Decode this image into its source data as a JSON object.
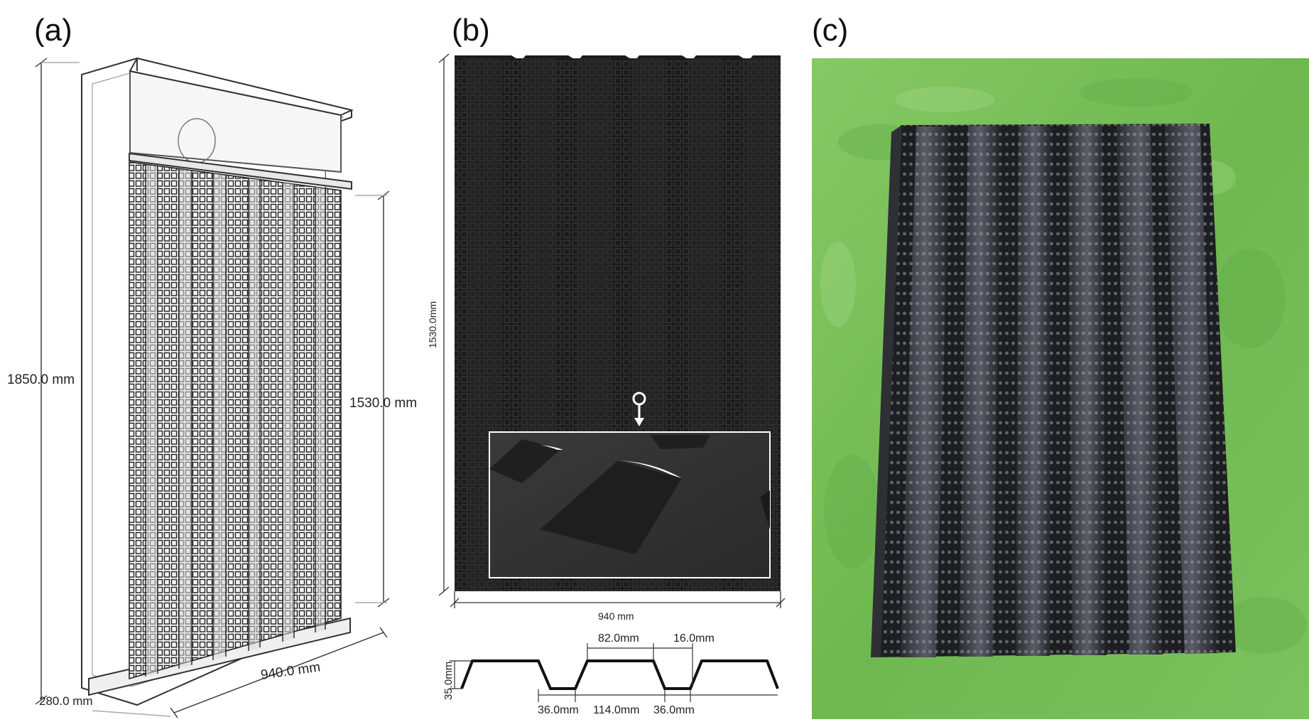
{
  "panels": [
    {
      "label": "(a)"
    },
    {
      "label": "(b)"
    },
    {
      "label": "(c)"
    }
  ],
  "panel_a": {
    "height_total": "1850.0 mm",
    "height_panel": "1530.0 mm",
    "width": "940.0 mm",
    "depth": "280.0 mm"
  },
  "panel_b": {
    "height": "1530.0mm",
    "width": "940 mm",
    "profile": {
      "top_width": "82.0mm",
      "web": "16.0mm",
      "depth": "35.0mm",
      "bottom_a": "36.0mm",
      "pitch": "114.0mm",
      "bottom_b": "36.0mm"
    }
  },
  "colors": {
    "sheet_dark": "#1c1c1c",
    "rib_dark": "#262626",
    "green_floor": "#7fc25a",
    "frame_line": "#333333"
  }
}
